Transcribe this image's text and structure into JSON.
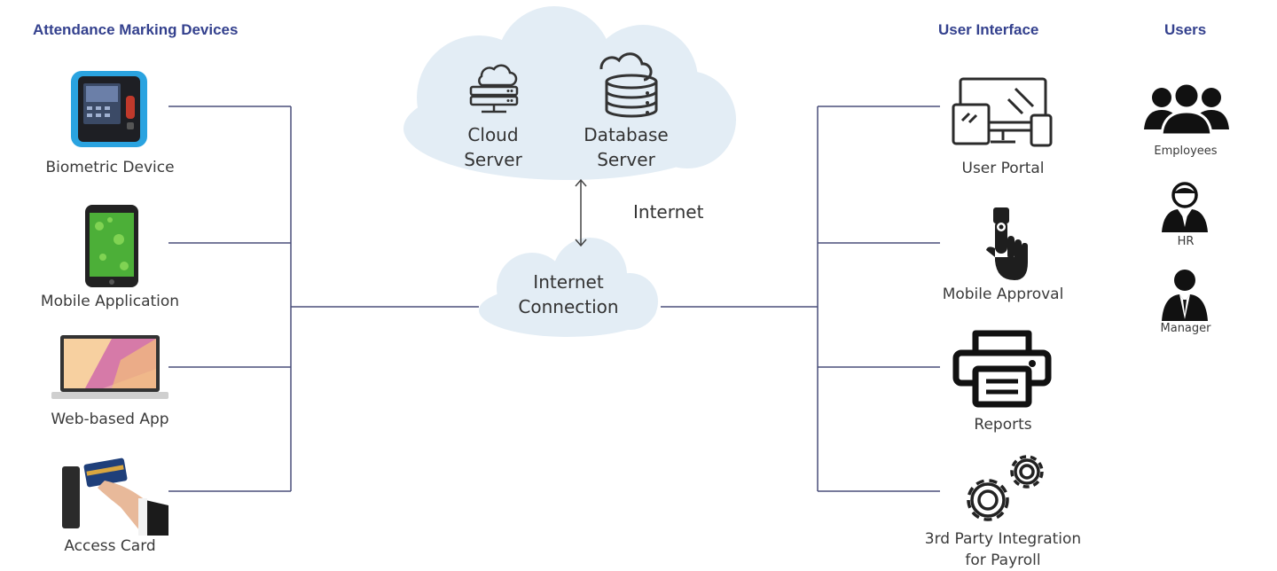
{
  "headers": {
    "devices": "Attendance Marking Devices",
    "ui": "User Interface",
    "users": "Users"
  },
  "devices": [
    {
      "label": "Biometric Device",
      "icon": "biometric-device-icon"
    },
    {
      "label": "Mobile Application",
      "icon": "mobile-phone-icon"
    },
    {
      "label": "Web-based App",
      "icon": "laptop-icon"
    },
    {
      "label": "Access Card",
      "icon": "access-card-icon"
    }
  ],
  "cloud": {
    "cloud_server_l1": "Cloud",
    "cloud_server_l2": "Server",
    "db_server_l1": "Database",
    "db_server_l2": "Server"
  },
  "link_label": "Internet",
  "connection": {
    "line1": "Internet",
    "line2": "Connection"
  },
  "interfaces": [
    {
      "label": "User Portal",
      "icon": "monitor-devices-icon"
    },
    {
      "label": "Mobile Approval",
      "icon": "touch-finger-icon"
    },
    {
      "label": "Reports",
      "icon": "printer-icon"
    },
    {
      "label_l1": "3rd Party Integration",
      "label_l2": "for Payroll",
      "icon": "gears-icon"
    }
  ],
  "users": [
    {
      "label": "Employees",
      "icon": "group-icon"
    },
    {
      "label": "HR",
      "icon": "hr-person-icon"
    },
    {
      "label": "Manager",
      "icon": "manager-person-icon"
    }
  ],
  "colors": {
    "header": "#34418e",
    "line": "#4a4f7a",
    "cloud": "#e3edf5",
    "icon": "#222222"
  }
}
